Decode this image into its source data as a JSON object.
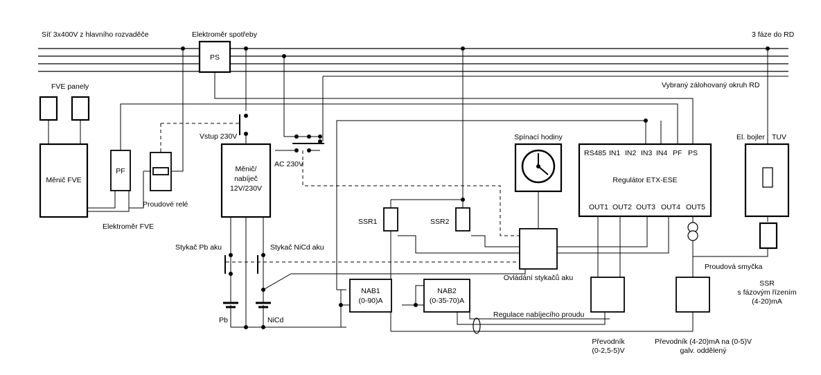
{
  "labels": {
    "mains_source": "Síť 3x400V z hlavního rozvaděče",
    "phases_to_house": "3 fáze do RD",
    "consumption_meter": "Elektroměr spotřeby",
    "ps_box": "PS",
    "pv_panels": "FVE panely",
    "pv_inverter": "Měnič FVE",
    "pf_box": "PF",
    "current_relay": "Proudové relé",
    "pv_meter": "Elektroměr FVE",
    "input_230v": "Vstup 230V",
    "inverter_charger_1": "Měnič/",
    "inverter_charger_2": "nabíječ",
    "inverter_charger_3": "12V/230V",
    "ac_230v": "AC 230V",
    "backup_circuit": "Vybraný zálohovaný okruh RD",
    "timer_switch": "Spínací hodiny",
    "regulator_ports": [
      "RS485",
      "IN1",
      "IN2",
      "IN3",
      "IN4",
      "PF",
      "PS"
    ],
    "regulator_name": "Regulátor ETX-ESE",
    "regulator_outputs": [
      "OUT1",
      "OUT2",
      "OUT3",
      "OUT4",
      "OUT5"
    ],
    "boiler": "El. bojler",
    "hot_water": "TUV",
    "ssr1": "SSR1",
    "ssr2": "SSR2",
    "contactor_pb": "Stykač Pb aku",
    "contactor_nicd": "Stykač NiCd aku",
    "contactor_control": "Ovládání stykačů aku",
    "current_loop": "Proudová smyčka",
    "ssr_phase_1": "SSR",
    "ssr_phase_2": "s fázovým řízením",
    "ssr_phase_3": "(4-20)mA",
    "nab1_1": "NAB1",
    "nab1_2": "(0-90)A",
    "nab2_1": "NAB2",
    "nab2_2": "(0-35-70)A",
    "charge_current_reg": "Regulace nabíjecího proudu",
    "battery_pb": "Pb",
    "battery_nicd": "NiCd",
    "converter1_1": "Převodník",
    "converter1_2": "(0-2,5-5)V",
    "converter2_1": "Převodník (4-20)mA na (0-5)V",
    "converter2_2": "galv. oddělený"
  }
}
